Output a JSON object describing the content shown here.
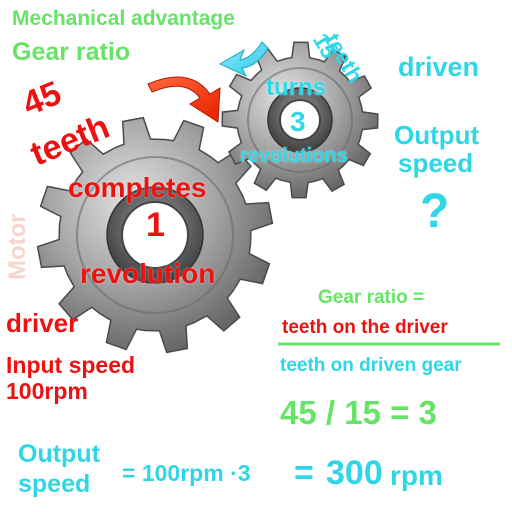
{
  "header": {
    "title": "Mechanical advantage",
    "subtitle": "Gear ratio"
  },
  "small_gear": {
    "teeth_count": "15",
    "teeth_word": "teeth",
    "role": "driven",
    "action": "turns",
    "count": "3",
    "unit": "revolutions",
    "output_label_line1": "Output",
    "output_label_line2": "speed",
    "unknown": "?"
  },
  "large_gear": {
    "teeth_count": "45",
    "teeth_word": "teeth",
    "motor": "Motor",
    "action": "completes",
    "count": "1",
    "unit": "revolution",
    "role": "driver",
    "input_label": "Input speed",
    "input_value": "100rpm"
  },
  "formula": {
    "label": "Gear ratio =",
    "numerator": "teeth on the driver",
    "denominator": "teeth on driven gear",
    "calculation": "45 / 15 = 3"
  },
  "result": {
    "label_line1": "Output",
    "label_line2": "speed",
    "expression": "= 100rpm ·3",
    "equals": "=",
    "value": "300",
    "unit": "rpm"
  },
  "colors": {
    "green": "#66e466",
    "cyan": "#2ed6e6",
    "red": "#ee1111",
    "motor": "#f5d6cc",
    "gear_steel": "#8c8c8c"
  }
}
